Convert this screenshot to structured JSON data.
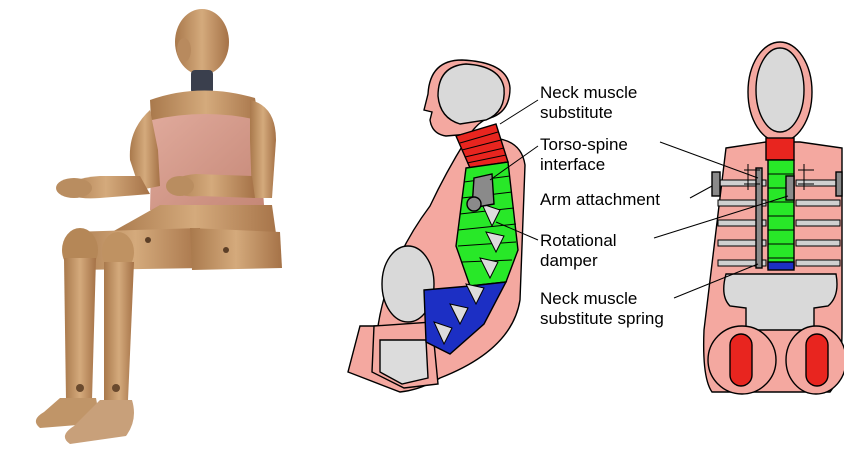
{
  "labels": {
    "neck_muscle_substitute": [
      "Neck muscle",
      "substitute"
    ],
    "torso_spine_interface": [
      "Torso-spine",
      "interface"
    ],
    "arm_attachment": "Arm attachment",
    "rotational_damper": [
      "Rotational",
      "damper"
    ],
    "neck_muscle_substitute_spring": [
      "Neck muscle",
      "substitute spring"
    ]
  },
  "colors": {
    "skin": "#f4a8a0",
    "head_gray": "#d9d9d9",
    "neck_red": "#e8251f",
    "spine_green": "#28e828",
    "lumbar_blue": "#1c2fc4",
    "dummy_tan": "#c69a6a",
    "dummy_chest": "#d79b8c"
  },
  "icons": {
    "photo": "crash-test-dummy-photo",
    "side": "spine-side-section-diagram",
    "front": "spine-front-section-diagram"
  }
}
